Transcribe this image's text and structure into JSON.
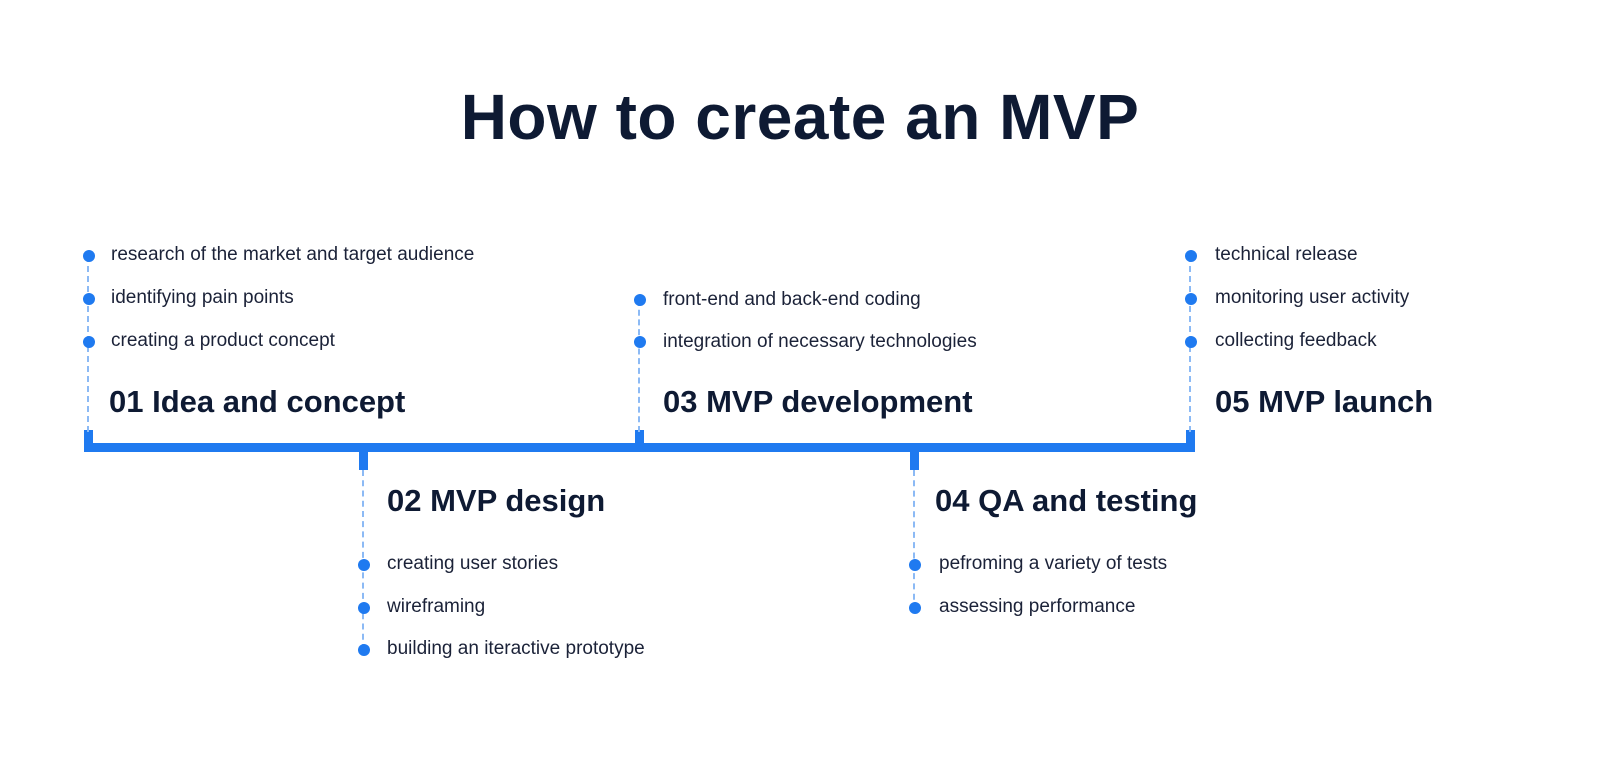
{
  "title": "How to create an MVP",
  "steps": [
    {
      "title": "01 Idea and concept",
      "items": [
        "research of the market and target audience",
        "identifying pain points",
        "creating a product concept"
      ]
    },
    {
      "title": "02 MVP design",
      "items": [
        "creating user stories",
        "wireframing",
        "building an iteractive prototype"
      ]
    },
    {
      "title": "03 MVP development",
      "items": [
        "front-end and back-end coding",
        "integration of necessary technologies"
      ]
    },
    {
      "title": "04 QA and testing",
      "items": [
        "pefroming a variety of tests",
        "assessing performance"
      ]
    },
    {
      "title": "05 MVP launch",
      "items": [
        "technical release",
        "monitoring user activity",
        "collecting feedback"
      ]
    }
  ],
  "colors": {
    "accent": "#1f7af0",
    "text": "#0e1a33"
  }
}
